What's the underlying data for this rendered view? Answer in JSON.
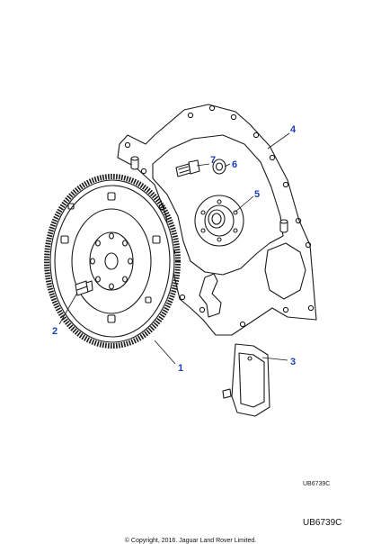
{
  "callouts": [
    {
      "label": "1",
      "part": "flexplate"
    },
    {
      "label": "2",
      "part": "bolt"
    },
    {
      "label": "3",
      "part": "bracket"
    },
    {
      "label": "4",
      "part": "adaptor-plate"
    },
    {
      "label": "5",
      "part": "bearing"
    },
    {
      "label": "6",
      "part": "spacer"
    },
    {
      "label": "7",
      "part": "stud-bolt"
    }
  ],
  "diagram_code_inner": "UB6739C",
  "diagram_code_outer": "UB6739C",
  "copyright": "© Copyright, 2016. Jaguar Land Rover Limited.",
  "colors": {
    "callout": "#1e3fb4",
    "line": "#1a1a1a"
  }
}
